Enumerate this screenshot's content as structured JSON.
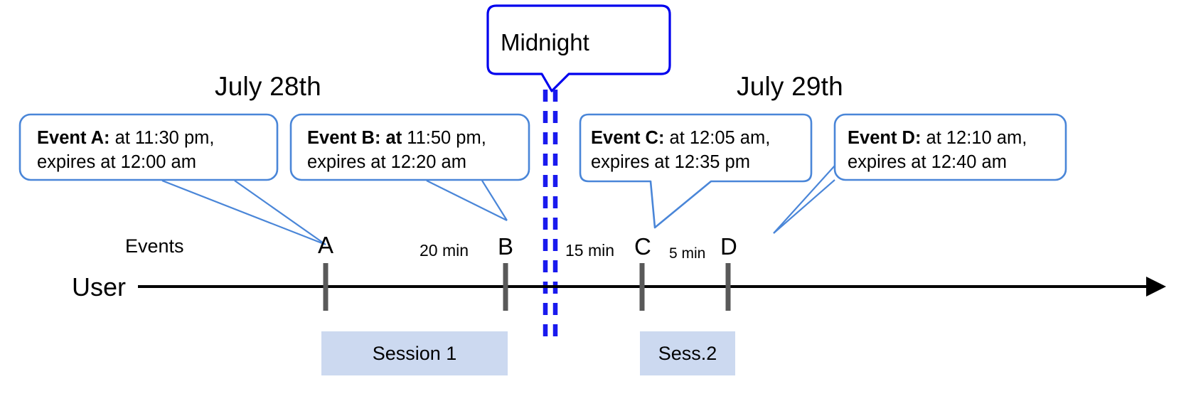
{
  "diagram": {
    "title_dates": [
      {
        "label": "July 28th"
      },
      {
        "label": "July 29th"
      }
    ],
    "midnight_callout": {
      "label": "Midnight",
      "border_color": "#0000ee"
    },
    "callouts": [
      {
        "id": "event-a",
        "bold": "Event A:",
        "line1_rest": " at 11:30 pm,",
        "line2": "expires at 12:00 am",
        "border_color": "#4a86d8"
      },
      {
        "id": "event-b",
        "bold": "Event B: at",
        "line1_rest": " 11:50 pm,",
        "line2": "expires at 12:20 am",
        "border_color": "#4a86d8"
      },
      {
        "id": "event-c",
        "bold": "Event C:",
        "line1_rest": " at 12:05 am,",
        "line2": "expires at 12:35 pm",
        "border_color": "#4a86d8"
      },
      {
        "id": "event-d",
        "bold": "Event D:",
        "line1_rest": "  at 12:10 am,",
        "line2": "expires at 12:40 am",
        "border_color": "#4a86d8"
      }
    ],
    "rows": {
      "events_label": "Events",
      "user_label": "User"
    },
    "markers": [
      {
        "letter": "A"
      },
      {
        "letter": "B"
      },
      {
        "letter": "C"
      },
      {
        "letter": "D"
      }
    ],
    "intervals": [
      {
        "label": "20 min"
      },
      {
        "label": "15 min"
      },
      {
        "label": "5 min"
      }
    ],
    "sessions": [
      {
        "label": "Session 1"
      },
      {
        "label": "Sess.2"
      }
    ],
    "colors": {
      "callout_border": "#4a86d8",
      "midnight_line": "#0000ee",
      "session_fill": "#ccd9f0",
      "axis": "#000000",
      "marker": "#595959"
    }
  }
}
